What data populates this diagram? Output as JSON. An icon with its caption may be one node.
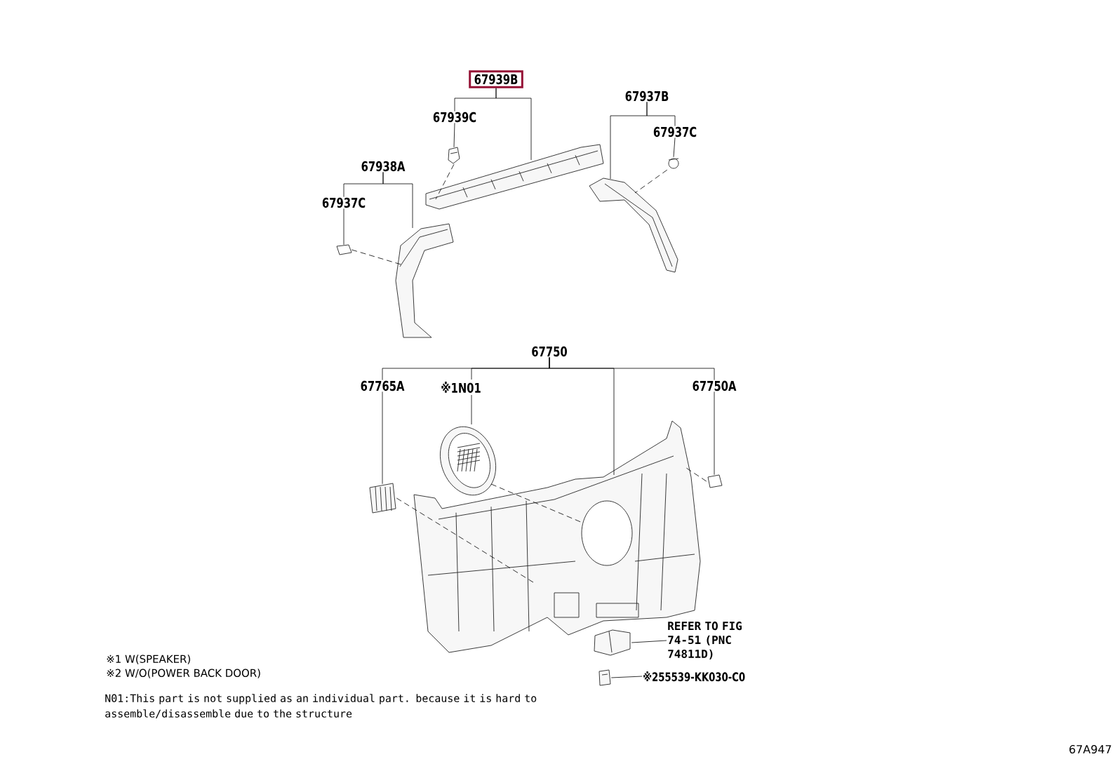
{
  "diagram": {
    "nodes": [
      {
        "text": [
          "67939B"
        ]
      },
      {
        "text": [
          "67939C"
        ]
      },
      {
        "text": [
          "67937B"
        ]
      },
      {
        "text": [
          "67937C"
        ]
      },
      {
        "text": [
          "67938A"
        ]
      },
      {
        "text": [
          "67937C"
        ]
      },
      {
        "text": [],
        "shape": "picture"
      },
      {
        "text": [],
        "shape": "picture"
      },
      {
        "text": [],
        "shape": "picture"
      },
      {
        "text": [],
        "shape": "picture"
      },
      {
        "text": [],
        "shape": "picture"
      },
      {
        "text": [],
        "shape": "picture"
      },
      {
        "text": [
          "67750"
        ]
      },
      {
        "text": [
          "67765A"
        ]
      },
      {
        "text": [
          "※1N01"
        ]
      },
      {
        "text": [
          "67750A"
        ]
      },
      {
        "text": [],
        "shape": "picture"
      },
      {
        "text": [],
        "shape": "picture"
      },
      {
        "text": [],
        "shape": "picture"
      },
      {
        "text": [],
        "shape": "picture"
      },
      {
        "text": [
          "REFER TO FIG 74-51 (PNC 74811D)"
        ]
      },
      {
        "text": [],
        "shape": "picture"
      },
      {
        "text": [
          "※255539-KK030-C0"
        ]
      },
      {
        "text": [],
        "shape": "picture"
      }
    ],
    "edges": [
      {
        "from": 0,
        "to": 1,
        "arrow": "none"
      },
      {
        "from": 0,
        "to": 7,
        "arrow": "none"
      },
      {
        "from": 1,
        "to": 6,
        "arrow": "none"
      },
      {
        "from": 2,
        "to": 9,
        "arrow": "none"
      },
      {
        "from": 2,
        "to": 3,
        "arrow": "none"
      },
      {
        "from": 3,
        "to": 8,
        "arrow": "none"
      },
      {
        "from": 4,
        "to": 5,
        "arrow": "none"
      },
      {
        "from": 4,
        "to": 11,
        "arrow": "none"
      },
      {
        "from": 5,
        "to": 10,
        "arrow": "none"
      },
      {
        "from": 12,
        "to": 13,
        "arrow": "none"
      },
      {
        "from": 12,
        "to": 14,
        "arrow": "none"
      },
      {
        "from": 12,
        "to": 18,
        "arrow": "none"
      },
      {
        "from": 12,
        "to": 15,
        "arrow": "none"
      },
      {
        "from": 13,
        "to": 16,
        "arrow": "none"
      },
      {
        "from": 14,
        "to": 17,
        "arrow": "none"
      },
      {
        "from": 15,
        "to": 19,
        "arrow": "none"
      },
      {
        "from": 20,
        "to": 21,
        "arrow": "none"
      },
      {
        "from": 22,
        "to": 23,
        "arrow": "none"
      },
      {
        "from": 6,
        "to": 7,
        "arrow": "none",
        "style": "dashed"
      },
      {
        "from": 8,
        "to": 9,
        "arrow": "none",
        "style": "dashed"
      },
      {
        "from": 10,
        "to": 11,
        "arrow": "none",
        "style": "dashed"
      },
      {
        "from": 17,
        "to": 18,
        "arrow": "none",
        "style": "dashed"
      },
      {
        "from": 16,
        "to": 18,
        "arrow": "none",
        "style": "dashed"
      },
      {
        "from": 19,
        "to": 18,
        "arrow": "none",
        "style": "dashed"
      }
    ],
    "labels": [
      "※1 W(SPEAKER)",
      "※2 W/O(POWER BACK DOOR)",
      "N01:This part is not supplied as an individual part. because it is hard to assemble/disassemble due to the structure",
      "67A947"
    ]
  }
}
